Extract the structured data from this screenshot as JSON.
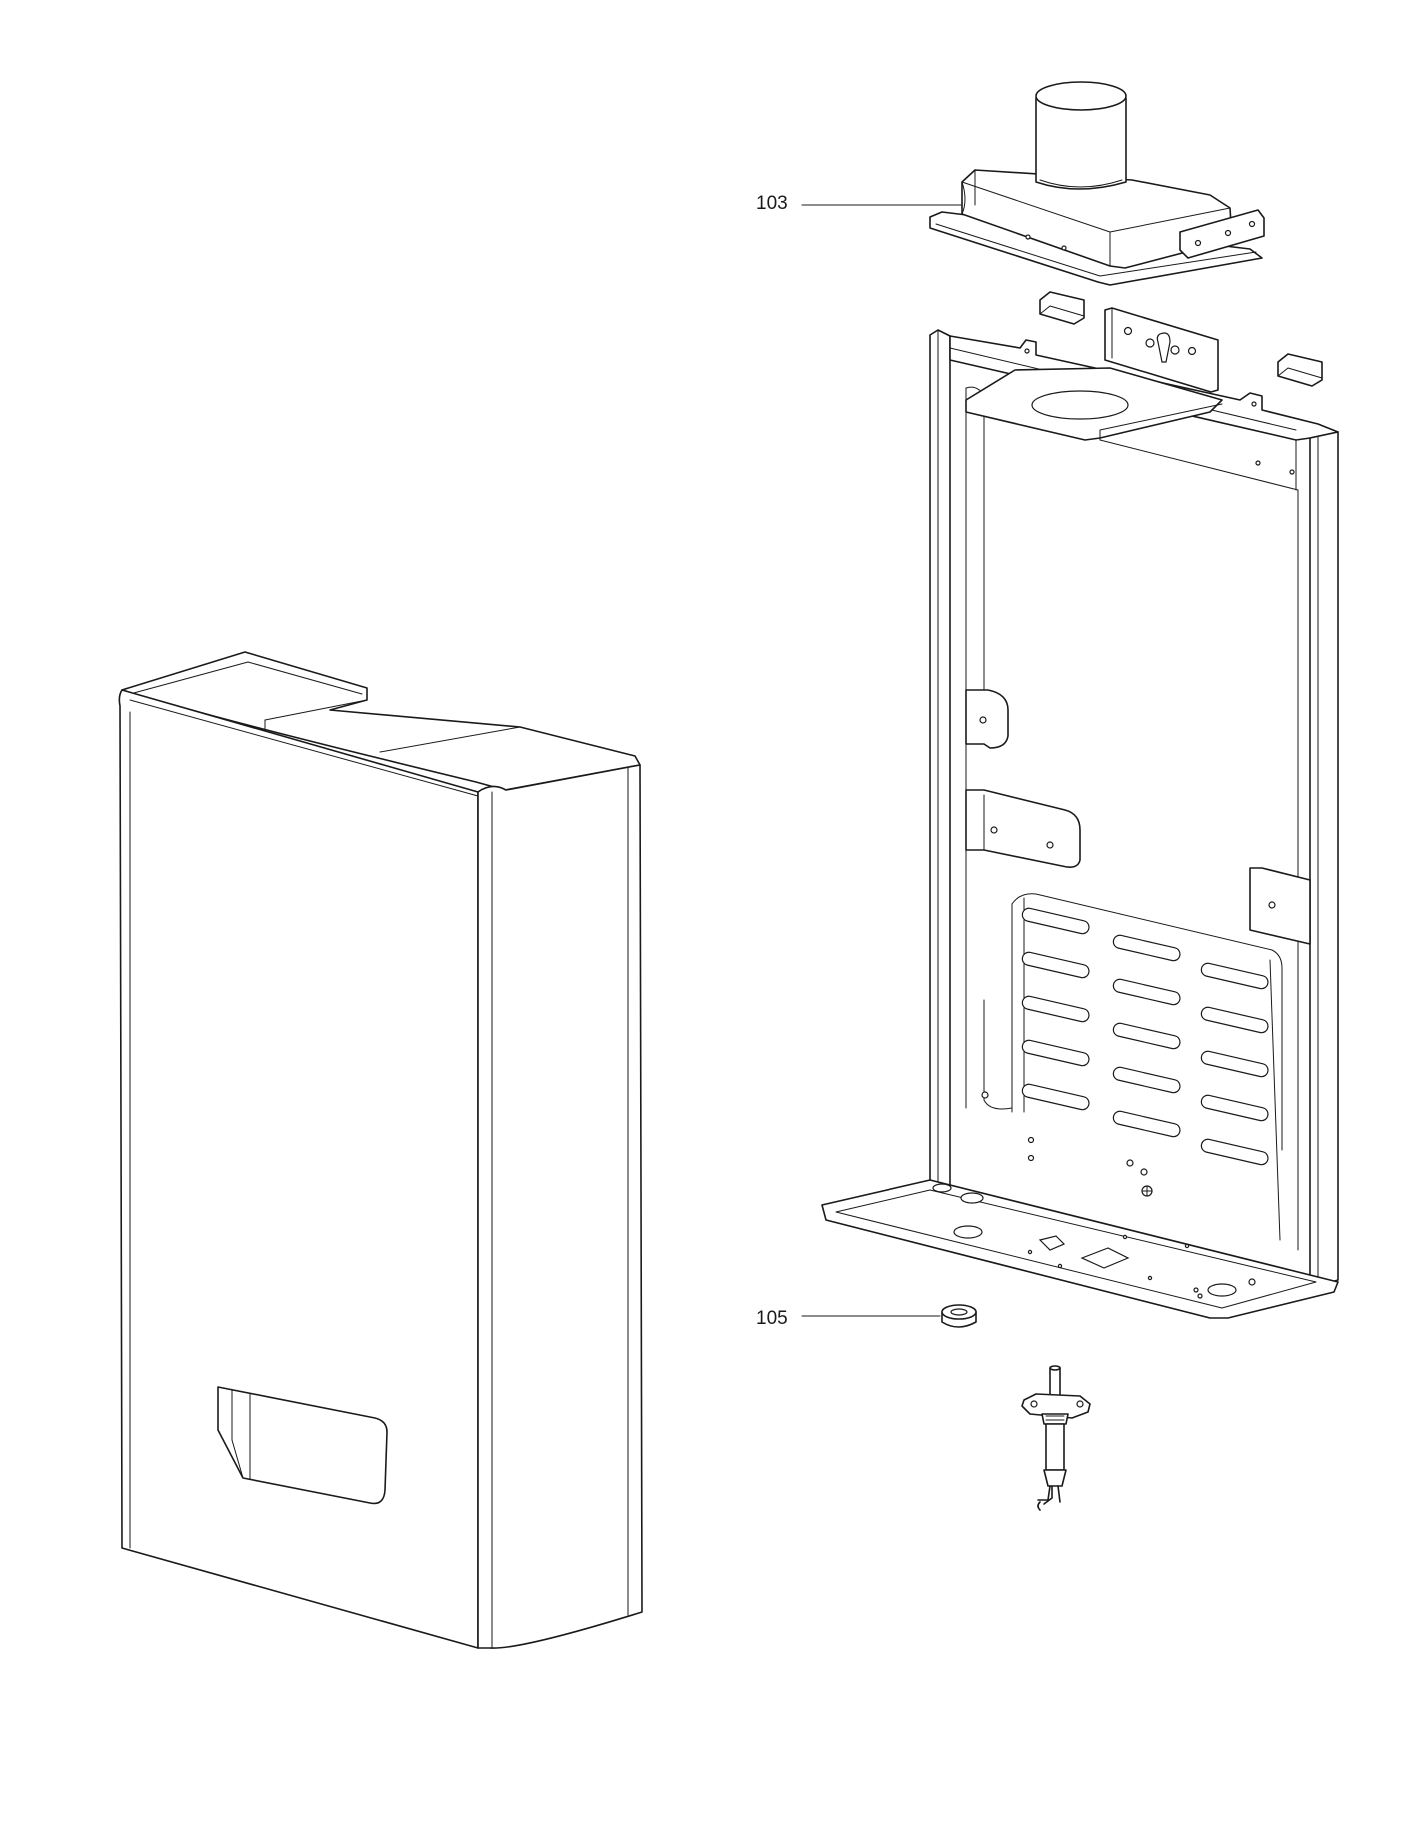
{
  "callouts": [
    {
      "id": "103",
      "text": "103"
    },
    {
      "id": "105",
      "text": "105"
    }
  ],
  "colors": {
    "line": "#1a1a1a",
    "background": "#ffffff"
  }
}
